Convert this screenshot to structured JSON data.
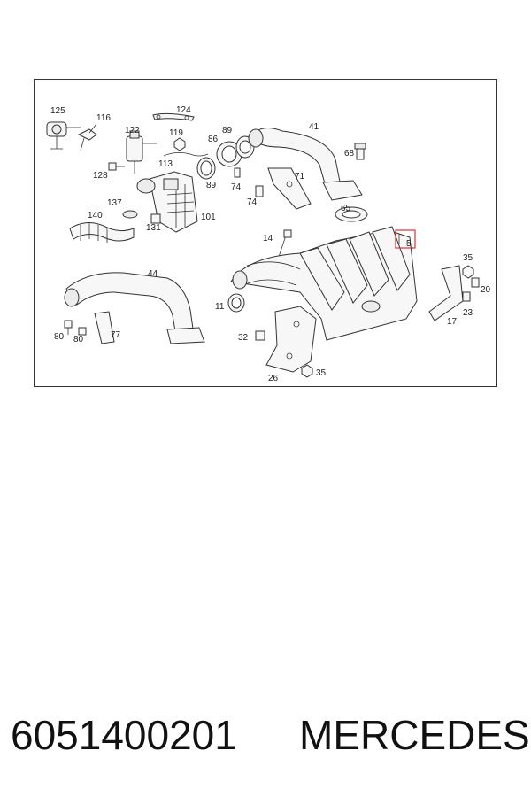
{
  "diagram": {
    "callouts": [
      "125",
      "116",
      "124",
      "122",
      "119",
      "89",
      "86",
      "41",
      "68",
      "128",
      "113",
      "89",
      "74",
      "71",
      "74",
      "137",
      "140",
      "131",
      "101",
      "65",
      "14",
      "5",
      "35",
      "44",
      "20",
      "11",
      "23",
      "17",
      "80",
      "80",
      "77",
      "32",
      "26",
      "35"
    ],
    "highlighted_callout": "5",
    "highlight_color": "#e03030"
  },
  "footer": {
    "part_number": "6051400201",
    "brand": "MERCEDES"
  }
}
